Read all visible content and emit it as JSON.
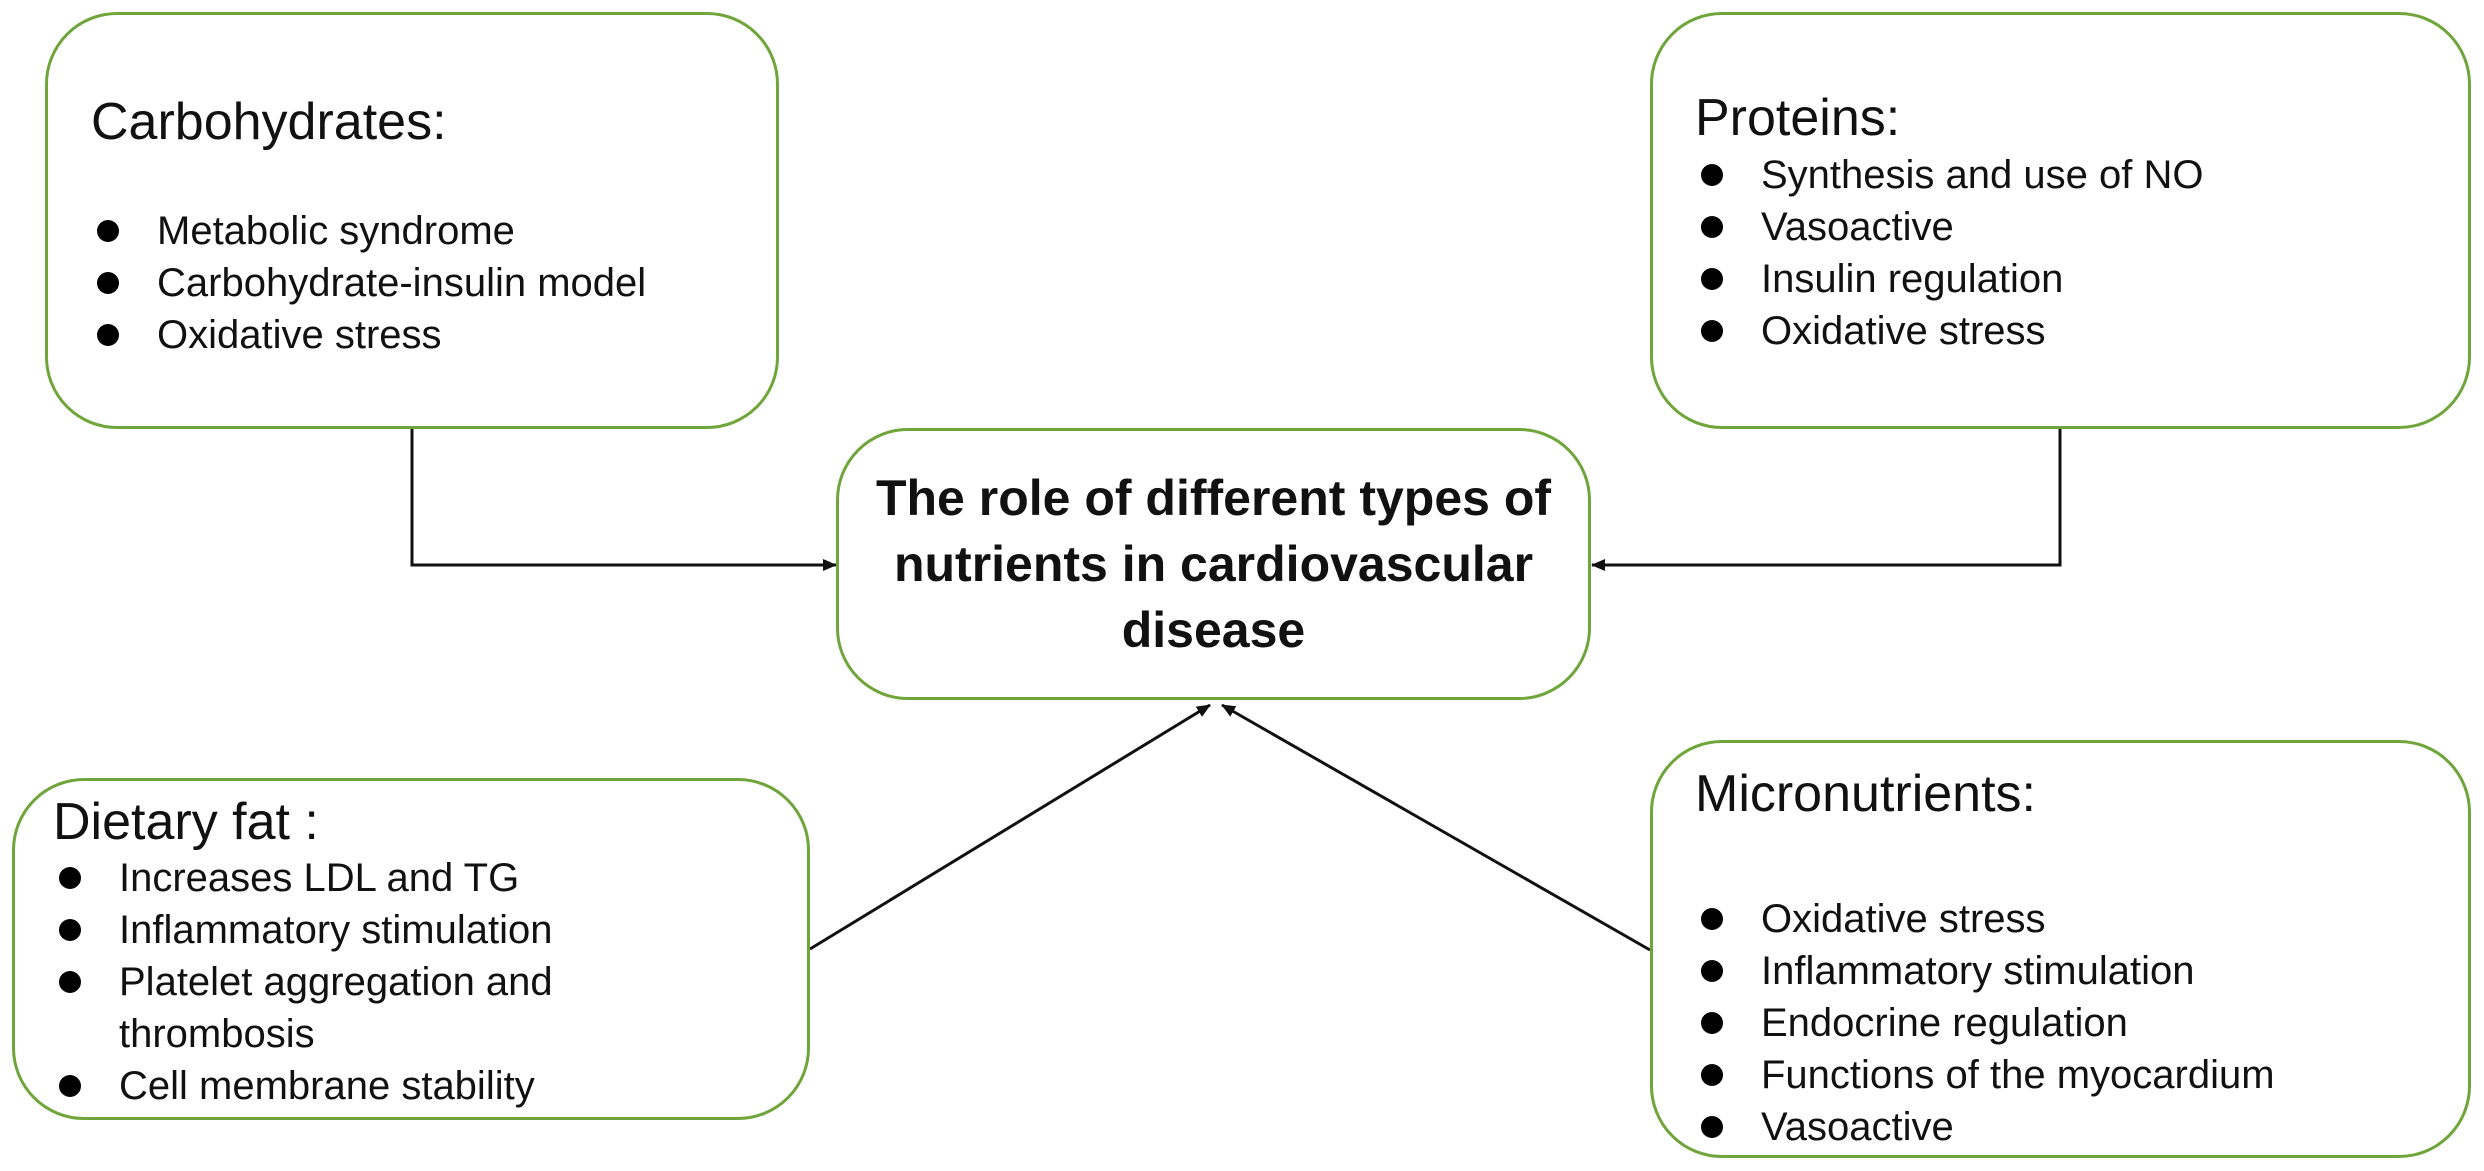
{
  "colors": {
    "box_border": "#6fa53b",
    "text": "#111111",
    "connector": "#111111",
    "background": "#ffffff"
  },
  "center": {
    "title": "The role of different types of nutrients in cardiovascular disease"
  },
  "carbohydrates": {
    "title": "Carbohydrates:",
    "items": [
      "Metabolic syndrome",
      "Carbohydrate-insulin model",
      "Oxidative stress"
    ]
  },
  "proteins": {
    "title": "Proteins:",
    "items": [
      "Synthesis and use of NO",
      "Vasoactive",
      "Insulin regulation",
      "Oxidative stress"
    ]
  },
  "dietary_fat": {
    "title": "Dietary fat :",
    "items": [
      "Increases LDL and TG",
      "Inflammatory stimulation",
      "Platelet aggregation and thrombosis",
      "Cell membrane stability"
    ]
  },
  "micronutrients": {
    "title": "Micronutrients:",
    "items": [
      "Oxidative stress",
      "Inflammatory stimulation",
      "Endocrine regulation",
      "Functions of the myocardium",
      "Vasoactive"
    ]
  }
}
